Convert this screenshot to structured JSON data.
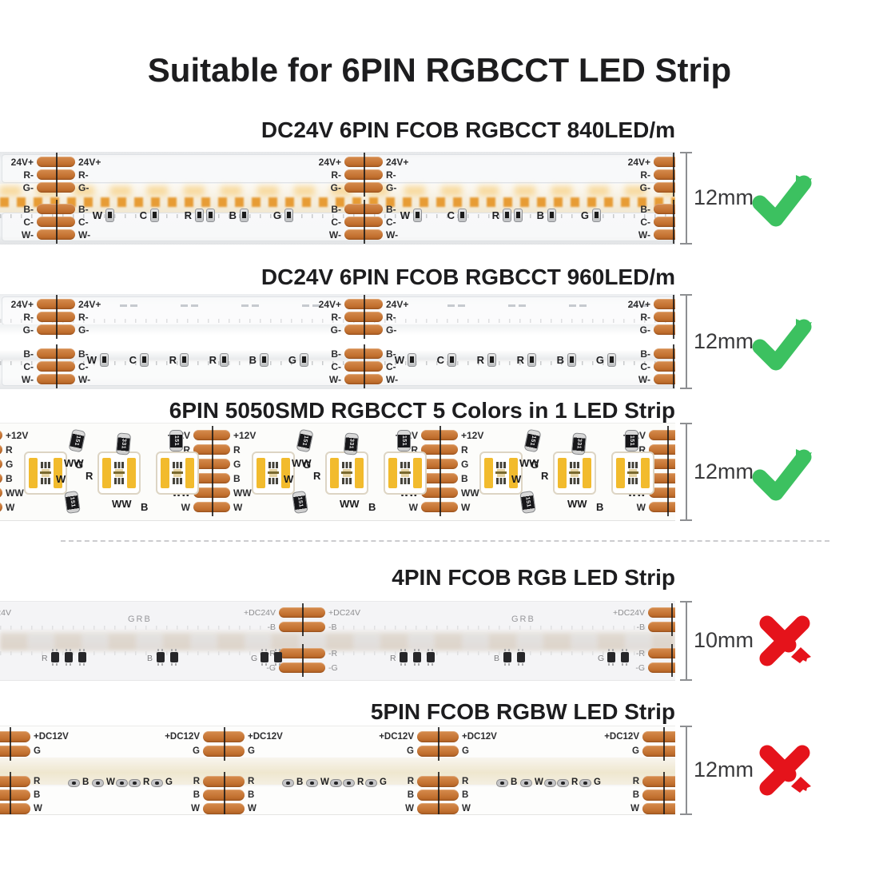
{
  "page": {
    "title": "Suitable for 6PIN RGBCCT LED Strip"
  },
  "colors": {
    "pad_orange": "#c2702f",
    "check_green": "#3cc160",
    "cross_red": "#e5131b",
    "heading_text": "#1d1d1f"
  },
  "strips": [
    {
      "heading": "DC24V 6PIN FCOB RGBCCT 840LED/m",
      "kind": "fcob6-dotted",
      "width_label": "12mm",
      "compatible": true,
      "result_icon": "check-icon",
      "top_pad_labels": [
        "24V+",
        "R-",
        "G-"
      ],
      "bottom_pad_labels": [
        "B-",
        "C-",
        "W-"
      ],
      "component_sequence": [
        "W",
        "C",
        "RR",
        "B",
        "G"
      ]
    },
    {
      "heading": "DC24V 6PIN FCOB RGBCCT 960LED/m",
      "kind": "fcob6-white",
      "width_label": "12mm",
      "compatible": true,
      "result_icon": "check-icon",
      "top_pad_labels": [
        "24V+",
        "R-",
        "G-"
      ],
      "bottom_pad_labels": [
        "B-",
        "C-",
        "W-"
      ],
      "component_sequence": [
        "W",
        "C",
        "R",
        "R",
        "B",
        "G"
      ]
    },
    {
      "heading": "6PIN 5050SMD RGBCCT 5 Colors in 1 LED Strip",
      "kind": "smd5050",
      "width_label": "12mm",
      "compatible": true,
      "result_icon": "check-icon",
      "pad_labels": [
        "+12V",
        "R",
        "G",
        "B",
        "WW",
        "W"
      ],
      "scatter_labels": [
        "WW",
        "W",
        "G",
        "R",
        "B"
      ],
      "resistor_codes": [
        "151",
        "331"
      ]
    },
    {
      "heading": "4PIN FCOB RGB LED Strip",
      "kind": "fcob4",
      "width_label": "10mm",
      "compatible": false,
      "result_icon": "cross-icon",
      "top_pad_labels": [
        "+DC24V",
        "-B"
      ],
      "bottom_pad_labels": [
        "-R",
        "-G"
      ],
      "print_label": "GRB",
      "component_groups": [
        {
          "label": "R",
          "chips": 3
        },
        {
          "label": "B",
          "chips": 2
        },
        {
          "label": "G",
          "chips": 2
        }
      ]
    },
    {
      "heading": "5PIN FCOB RGBW LED Strip",
      "kind": "fcob5",
      "width_label": "12mm",
      "compatible": false,
      "result_icon": "cross-icon",
      "top_pad_labels": [
        "+DC12V",
        "G"
      ],
      "bottom_pad_labels": [
        "R",
        "B",
        "W"
      ],
      "component_sequence": [
        {
          "label": "B",
          "chips": 1
        },
        {
          "label": "W",
          "chips": 1
        },
        {
          "label": "R",
          "chips": 2
        },
        {
          "label": "G",
          "chips": 1
        }
      ]
    }
  ]
}
